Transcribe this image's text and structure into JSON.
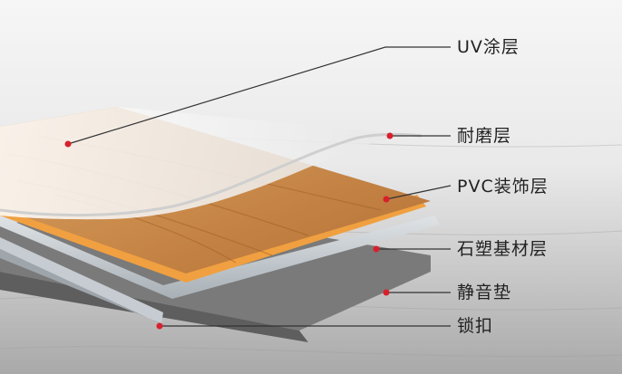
{
  "labels": {
    "uv_coating": "UV涂层",
    "wear_layer": "耐磨层",
    "pvc_decor_layer": "PVC装饰层",
    "stone_plastic_core": "石塑基材层",
    "sound_pad": "静音垫",
    "click_lock": "锁扣"
  },
  "colors": {
    "marker": "#d8202c",
    "leader": "#333333",
    "wood": "#c98a4a",
    "edge_orange": "#f0a040",
    "core": "#bfc6cc",
    "pad": "#777777"
  }
}
